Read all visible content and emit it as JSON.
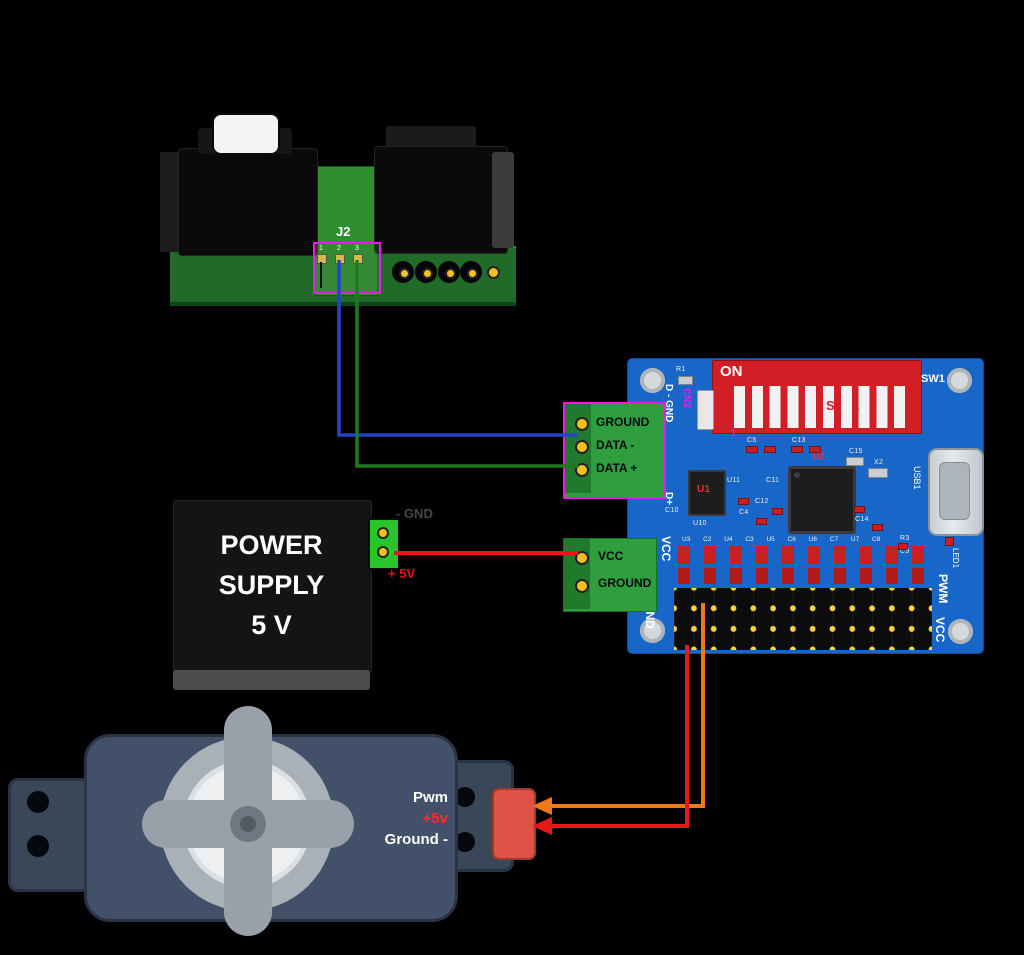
{
  "servo_module": {
    "j2": "J2",
    "pin1": "1",
    "pin2": "2",
    "pin3": "3"
  },
  "controller": {
    "dip_on": "ON",
    "dip_s1": "S 1",
    "sw1": "SW1",
    "dip_pin1": "1",
    "cn2": "CN2",
    "d_gnd": "D - GND",
    "d_plus": "D+",
    "vcc_left": "VCC",
    "gnd_bottom": "GND",
    "pwm_right": "PWM",
    "vcc_right": "VCC",
    "usb1": "USB1",
    "led1": "LED1",
    "data_terminal": [
      "GROUND",
      "DATA -",
      "DATA +"
    ],
    "power_terminal": [
      "VCC",
      "GROUND"
    ],
    "silk": [
      "R1",
      "C5",
      "C13",
      "C15",
      "X2",
      "U2",
      "U1",
      "U11",
      "C4",
      "C12",
      "U10",
      "C10",
      "C11",
      "C14",
      "R3",
      "C9"
    ],
    "bottom_silk": "U3 C2 U4 C3 U5 C6 U6 C7 U7 C8"
  },
  "power_supply": {
    "line1": "POWER",
    "line2": "SUPPLY",
    "line3": "5 V",
    "neg": "- GND",
    "pos": "+ 5V"
  },
  "servo": {
    "pwm": "Pwm",
    "plus5v": "+5v",
    "ground": "Ground -"
  },
  "colors": {
    "board_blue": "#1766c8",
    "dip_red": "#d21f26",
    "terminal_green": "#2e9e3f",
    "magenta": "#ee18ee",
    "wire_blue": "#2244cc",
    "wire_green": "#1e7a1e",
    "wire_red": "#e81818",
    "wire_orange": "#f07818",
    "servo_body": "#42506a",
    "connector_red": "#df5246"
  }
}
